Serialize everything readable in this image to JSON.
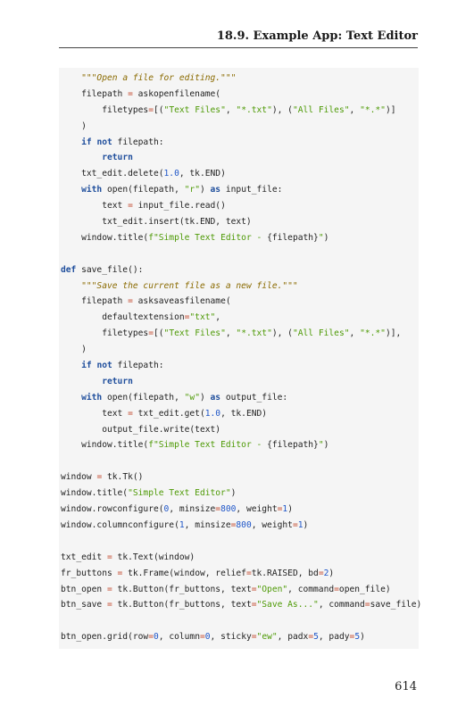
{
  "header": {
    "section_title": "18.9. Example App: Text Editor"
  },
  "code_lines": [
    [
      [
        "",
        "    "
      ],
      [
        "doc",
        "\"\"\"Open a file for editing.\"\"\""
      ]
    ],
    [
      [
        "",
        "    filepath "
      ],
      [
        "op",
        "="
      ],
      [
        "",
        " askopenfilename("
      ]
    ],
    [
      [
        "",
        "        filetypes"
      ],
      [
        "op",
        "="
      ],
      [
        "",
        "[("
      ],
      [
        "str",
        "\"Text Files\""
      ],
      [
        "",
        ", "
      ],
      [
        "str",
        "\"*.txt\""
      ],
      [
        "",
        "), ("
      ],
      [
        "str",
        "\"All Files\""
      ],
      [
        "",
        ", "
      ],
      [
        "str",
        "\"*.*\""
      ],
      [
        "",
        ")]"
      ]
    ],
    [
      [
        "",
        "    )"
      ]
    ],
    [
      [
        "",
        "    "
      ],
      [
        "kw",
        "if"
      ],
      [
        "",
        " "
      ],
      [
        "kw",
        "not"
      ],
      [
        "",
        " filepath:"
      ]
    ],
    [
      [
        "",
        "        "
      ],
      [
        "kw",
        "return"
      ]
    ],
    [
      [
        "",
        "    txt_edit.delete("
      ],
      [
        "num",
        "1.0"
      ],
      [
        "",
        ", tk.END)"
      ]
    ],
    [
      [
        "",
        "    "
      ],
      [
        "kw",
        "with"
      ],
      [
        "",
        " open(filepath, "
      ],
      [
        "str",
        "\"r\""
      ],
      [
        "",
        ") "
      ],
      [
        "kw",
        "as"
      ],
      [
        "",
        " input_file:"
      ]
    ],
    [
      [
        "",
        "        text "
      ],
      [
        "op",
        "="
      ],
      [
        "",
        " input_file.read()"
      ]
    ],
    [
      [
        "",
        "        txt_edit.insert(tk.END, text)"
      ]
    ],
    [
      [
        "",
        "    window.title("
      ],
      [
        "str",
        "f\"Simple Text Editor - "
      ],
      [
        "",
        "{filepath}"
      ],
      [
        "str",
        "\""
      ],
      [
        "",
        ")"
      ]
    ],
    [
      [
        "",
        ""
      ]
    ],
    [
      [
        "kw",
        "def"
      ],
      [
        "",
        " save_file():"
      ]
    ],
    [
      [
        "",
        "    "
      ],
      [
        "doc",
        "\"\"\"Save the current file as a new file.\"\"\""
      ]
    ],
    [
      [
        "",
        "    filepath "
      ],
      [
        "op",
        "="
      ],
      [
        "",
        " asksaveasfilename("
      ]
    ],
    [
      [
        "",
        "        defaultextension"
      ],
      [
        "op",
        "="
      ],
      [
        "str",
        "\"txt\""
      ],
      [
        "",
        ","
      ]
    ],
    [
      [
        "",
        "        filetypes"
      ],
      [
        "op",
        "="
      ],
      [
        "",
        "[("
      ],
      [
        "str",
        "\"Text Files\""
      ],
      [
        "",
        ", "
      ],
      [
        "str",
        "\"*.txt\""
      ],
      [
        "",
        "), ("
      ],
      [
        "str",
        "\"All Files\""
      ],
      [
        "",
        ", "
      ],
      [
        "str",
        "\"*.*\""
      ],
      [
        "",
        ")],"
      ]
    ],
    [
      [
        "",
        "    )"
      ]
    ],
    [
      [
        "",
        "    "
      ],
      [
        "kw",
        "if"
      ],
      [
        "",
        " "
      ],
      [
        "kw",
        "not"
      ],
      [
        "",
        " filepath:"
      ]
    ],
    [
      [
        "",
        "        "
      ],
      [
        "kw",
        "return"
      ]
    ],
    [
      [
        "",
        "    "
      ],
      [
        "kw",
        "with"
      ],
      [
        "",
        " open(filepath, "
      ],
      [
        "str",
        "\"w\""
      ],
      [
        "",
        ") "
      ],
      [
        "kw",
        "as"
      ],
      [
        "",
        " output_file:"
      ]
    ],
    [
      [
        "",
        "        text "
      ],
      [
        "op",
        "="
      ],
      [
        "",
        " txt_edit.get("
      ],
      [
        "num",
        "1.0"
      ],
      [
        "",
        ", tk.END)"
      ]
    ],
    [
      [
        "",
        "        output_file.write(text)"
      ]
    ],
    [
      [
        "",
        "    window.title("
      ],
      [
        "str",
        "f\"Simple Text Editor - "
      ],
      [
        "",
        "{filepath}"
      ],
      [
        "str",
        "\""
      ],
      [
        "",
        ")"
      ]
    ],
    [
      [
        "",
        ""
      ]
    ],
    [
      [
        "",
        "window "
      ],
      [
        "op",
        "="
      ],
      [
        "",
        " tk.Tk()"
      ]
    ],
    [
      [
        "",
        "window.title("
      ],
      [
        "str",
        "\"Simple Text Editor\""
      ],
      [
        "",
        ")"
      ]
    ],
    [
      [
        "",
        "window.rowconfigure("
      ],
      [
        "num",
        "0"
      ],
      [
        "",
        ", minsize"
      ],
      [
        "op",
        "="
      ],
      [
        "num",
        "800"
      ],
      [
        "",
        ", weight"
      ],
      [
        "op",
        "="
      ],
      [
        "num",
        "1"
      ],
      [
        "",
        ")"
      ]
    ],
    [
      [
        "",
        "window.columnconfigure("
      ],
      [
        "num",
        "1"
      ],
      [
        "",
        ", minsize"
      ],
      [
        "op",
        "="
      ],
      [
        "num",
        "800"
      ],
      [
        "",
        ", weight"
      ],
      [
        "op",
        "="
      ],
      [
        "num",
        "1"
      ],
      [
        "",
        ")"
      ]
    ],
    [
      [
        "",
        ""
      ]
    ],
    [
      [
        "",
        "txt_edit "
      ],
      [
        "op",
        "="
      ],
      [
        "",
        " tk.Text(window)"
      ]
    ],
    [
      [
        "",
        "fr_buttons "
      ],
      [
        "op",
        "="
      ],
      [
        "",
        " tk.Frame(window, relief"
      ],
      [
        "op",
        "="
      ],
      [
        "",
        "tk.RAISED, bd"
      ],
      [
        "op",
        "="
      ],
      [
        "num",
        "2"
      ],
      [
        "",
        ")"
      ]
    ],
    [
      [
        "",
        "btn_open "
      ],
      [
        "op",
        "="
      ],
      [
        "",
        " tk.Button(fr_buttons, text"
      ],
      [
        "op",
        "="
      ],
      [
        "str",
        "\"Open\""
      ],
      [
        "",
        ", command"
      ],
      [
        "op",
        "="
      ],
      [
        "",
        "open_file)"
      ]
    ],
    [
      [
        "",
        "btn_save "
      ],
      [
        "op",
        "="
      ],
      [
        "",
        " tk.Button(fr_buttons, text"
      ],
      [
        "op",
        "="
      ],
      [
        "str",
        "\"Save As...\""
      ],
      [
        "",
        ", command"
      ],
      [
        "op",
        "="
      ],
      [
        "",
        "save_file)"
      ]
    ],
    [
      [
        "",
        ""
      ]
    ],
    [
      [
        "",
        "btn_open.grid(row"
      ],
      [
        "op",
        "="
      ],
      [
        "num",
        "0"
      ],
      [
        "",
        ", column"
      ],
      [
        "op",
        "="
      ],
      [
        "num",
        "0"
      ],
      [
        "",
        ", sticky"
      ],
      [
        "op",
        "="
      ],
      [
        "str",
        "\"ew\""
      ],
      [
        "",
        ", padx"
      ],
      [
        "op",
        "="
      ],
      [
        "num",
        "5"
      ],
      [
        "",
        ", pady"
      ],
      [
        "op",
        "="
      ],
      [
        "num",
        "5"
      ],
      [
        "",
        ")"
      ]
    ]
  ],
  "footer": {
    "page_number": "614"
  }
}
